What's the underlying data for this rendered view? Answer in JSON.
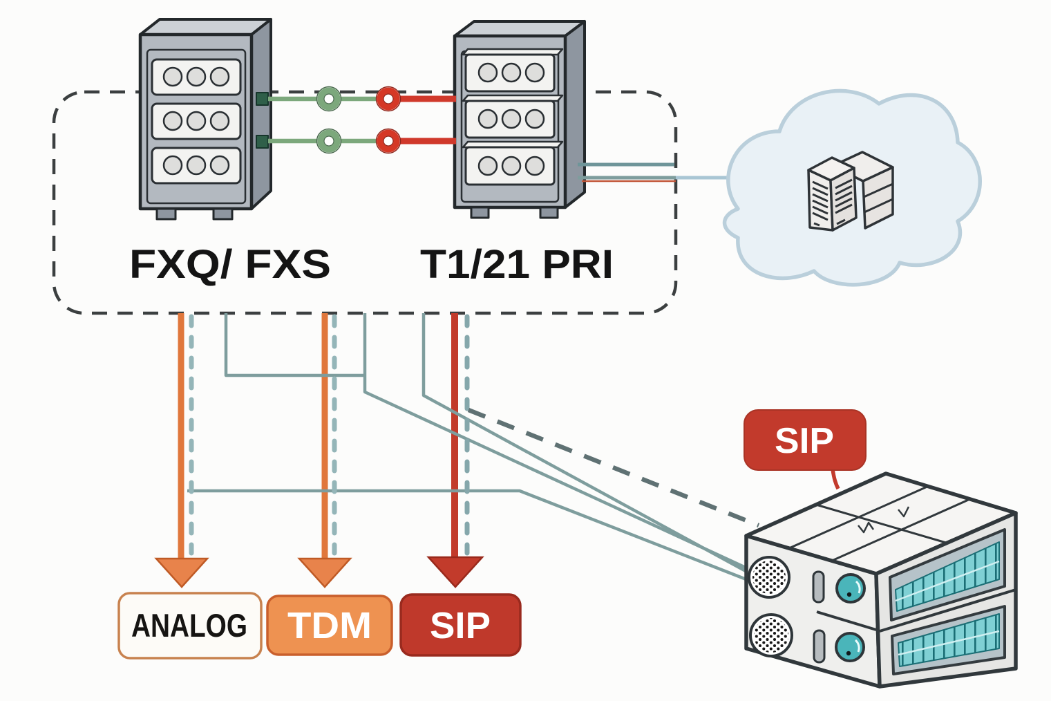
{
  "boundary_group": {
    "devices": [
      {
        "label": "FXQ/ FXS",
        "icon": "rack-gateway-icon"
      },
      {
        "label": "T1/21 PRI",
        "icon": "rack-gateway-icon"
      }
    ]
  },
  "cloud": {
    "icon": "cloud-icon",
    "inner_icon": "server-icon"
  },
  "gateway": {
    "badge": "SIP",
    "icon": "voip-gateway-icon"
  },
  "protocol_tags": [
    {
      "label": "ANALOG",
      "fill": "#fdfbf7",
      "border": "#c8824f",
      "text_color": "#161412"
    },
    {
      "label": "TDM",
      "fill": "#ee9251",
      "border": "#c95f2c",
      "text_color": "#ffffff"
    },
    {
      "label": "SIP",
      "fill": "#bf392b",
      "border": "#992a1e",
      "text_color": "#ffffff"
    }
  ],
  "colors": {
    "background": "#fcfcfb",
    "boundary_dash": "#3b3f40",
    "cabinet_gray": "#b3b9c0",
    "cabinet_side": "#8e96a0",
    "cabinet_top": "#ccd1d6",
    "connector_green": "#7ca87c",
    "connector_red": "#d53826",
    "line_teal": "#7e9d9d",
    "line_teal_dashed": "#8fb0b4",
    "line_gray_dashed": "#5f7173",
    "cloud_fill": "#e9f1f6",
    "cloud_border": "#bacfdb",
    "cloud_link_blue": "#a9c6d4",
    "arrow_orange": "#e0773c",
    "arrow_orange_head": "#e8834b",
    "arrow_red": "#c23b2b",
    "badge_red": "#c23a2c",
    "port_teal": "#7fd0d4",
    "knob_teal": "#4ab5ba"
  }
}
